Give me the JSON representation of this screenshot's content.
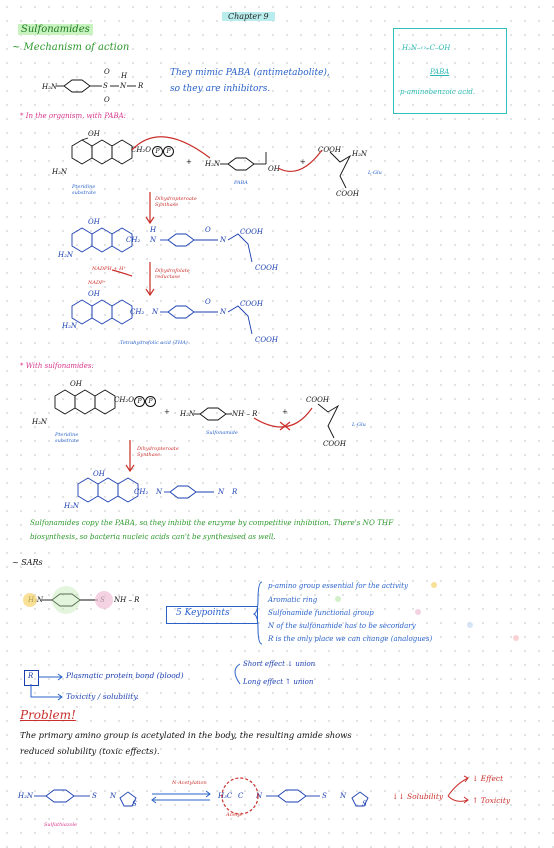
{
  "header": {
    "chapter": "Chapter 9"
  },
  "title": "Sulfonamides",
  "mechanism": {
    "heading": "~ Mechanism of action",
    "mimic_line1": "They mimic PABA (antimetabolite),",
    "mimic_line2": "so they are inhibitors.",
    "in_organism": "* In the organism, with PABA:",
    "with_sulfonamides": "* With sulfonamides:"
  },
  "paba_box": {
    "formula": "H₂N–‹›–C–OH",
    "name": "PABA",
    "full_name": "p-aminobenzoic acid."
  },
  "labels": {
    "pteridine": "Pteridine substrate",
    "paba": "PABA",
    "l_glu": "L-Glu",
    "dihydropteroate_synthase": "Dihydropteroate Synthase",
    "dihydrofolate_reductase": "Dihydrofolate reductase",
    "nadph": "NADPH + H⁺",
    "nadp": "NADP⁺",
    "tha": "Tetrahydrofolic acid (THA)",
    "sulfonamide": "Sulfonamide",
    "sulfacetamide": "Sulfathiazole",
    "acetyl": "Acetyl",
    "n_acetylation": "N-Acetylation"
  },
  "atoms": {
    "oh": "OH",
    "nh2": "H₂N",
    "n": "N",
    "h": "H",
    "r": "R",
    "cooh": "COOH",
    "ch2": "CH₂",
    "ch2oh": "CH₂O",
    "p": "P",
    "o": "O",
    "s": "S",
    "nh": "NH",
    "h3c": "H₃C",
    "c": "C",
    "h2n_paba": "H₂N",
    "nh_r": "NH – R"
  },
  "conclusion": {
    "line1": "Sulfonamides copy the PABA, so they inhibit the enzyme by competitive inhibition. There's NO THF",
    "line2": "biosynthesis, so bacteria nucleic acids can't be synthesised as well."
  },
  "sars": {
    "heading": "~ SARs",
    "keypoints_label": "5 Keypoints",
    "points": [
      "p-amino group essential for the activity",
      "Aromatic ring",
      "Sulfonamide functional group",
      "N of the sulfonamide has to be secondary",
      "R is the only place we can change (analogues)"
    ],
    "r_box": "R",
    "plasma": "Plasmatic protein bond (blood)",
    "short": "Short effect ↓ union",
    "long": "Long effect ↑ union",
    "toxicity": "Toxicity / solubility."
  },
  "problem": {
    "heading": "Problem!",
    "line1": "The primary amino group is acetylated in the body, the resulting amide shows",
    "line2": "reduced solubility (toxic effects).",
    "solubility": "↓↓ Solubility",
    "effect": "↓ Effect",
    "toxicity": "↑ Toxicity"
  }
}
